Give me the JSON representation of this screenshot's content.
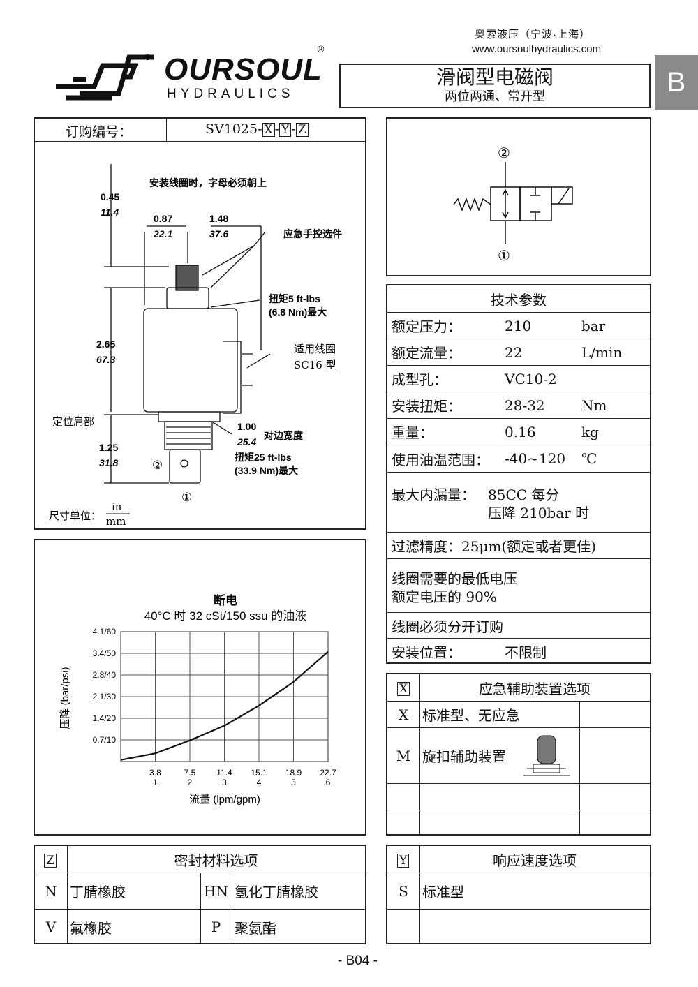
{
  "company": {
    "name_cn": "奥索液压（宁波·上海）",
    "website": "www.oursoulhydraulics.com",
    "logo_text": "OURSOUL",
    "logo_sub": "HYDRAULICS"
  },
  "title": {
    "main": "滑阀型电磁阀",
    "sub": "两位两通、常开型"
  },
  "section_tab": "B",
  "order": {
    "label": "订购编号：",
    "model": "SV1025",
    "sep": "-",
    "x": "X",
    "y": "Y",
    "z": "Z"
  },
  "drawing": {
    "note": "安装线圈时，字母必须朝上",
    "dims": [
      {
        "in": "0.45",
        "mm": "11.4"
      },
      {
        "in": "0.87",
        "mm": "22.1"
      },
      {
        "in": "1.48",
        "mm": "37.6"
      },
      {
        "in": "2.65",
        "mm": "67.3"
      },
      {
        "in": "1.25",
        "mm": "31.8"
      },
      {
        "in": "1.00",
        "mm": "25.4"
      }
    ],
    "manual_option": "应急手控选件",
    "torque1_a": "扭矩5 ft-lbs",
    "torque1_b": "(6.8 Nm)最大",
    "coil_a": "适用线圈",
    "coil_b": "SC16 型",
    "shoulder": "定位肩部",
    "flats": "对边宽度",
    "torque2_a": "扭矩25 ft-lbs",
    "torque2_b": "(33.9 Nm)最大",
    "port2": "②",
    "port1": "①",
    "unit_label": "尺寸单位：",
    "unit_in": "in",
    "unit_mm": "mm"
  },
  "symbol": {
    "port_top": "②",
    "port_bottom": "①"
  },
  "specs": {
    "title": "技术参数",
    "rows": [
      {
        "label": "额定压力：",
        "value": "210",
        "unit": "bar"
      },
      {
        "label": "额定流量：",
        "value": "22",
        "unit": "L/min"
      },
      {
        "label": "成型孔：",
        "value": "VC10-2",
        "unit": ""
      },
      {
        "label": "安装扭矩：",
        "value": "28-32",
        "unit": "Nm"
      },
      {
        "label": "重量：",
        "value": "0.16",
        "unit": "kg"
      },
      {
        "label": "使用油温范围：",
        "value": "-40~120",
        "unit": "℃"
      }
    ],
    "leakage_label": "最大内漏量：",
    "leakage_line1": "85CC 每分",
    "leakage_line2": "压降 210bar 时",
    "filter": "过滤精度：25μm(额定或者更佳)",
    "voltage_line1": "线圈需要的最低电压",
    "voltage_line2": "额定电压的 90%",
    "coil_order": "线圈必须分开订购",
    "mount_label": "安装位置：",
    "mount_value": "不限制"
  },
  "x_options": {
    "key": "X",
    "title": "应急辅助装置选项",
    "rows": [
      {
        "code": "X",
        "desc": "标准型、无应急"
      },
      {
        "code": "M",
        "desc": "旋扣辅助装置"
      }
    ]
  },
  "z_options": {
    "key": "Z",
    "title": "密封材料选项",
    "rows": [
      {
        "code1": "N",
        "desc1": "丁腈橡胶",
        "code2": "HN",
        "desc2": "氢化丁腈橡胶"
      },
      {
        "code1": "V",
        "desc1": "氟橡胶",
        "code2": "P",
        "desc2": "聚氨酯"
      }
    ]
  },
  "y_options": {
    "key": "Y",
    "title": "响应速度选项",
    "rows": [
      {
        "code": "S",
        "desc": "标准型"
      }
    ]
  },
  "page_number": "- B04 -",
  "chart_data": {
    "type": "line",
    "title": "断电",
    "subtitle": "40°C 时 32 cSt/150 ssu 的油液",
    "xlabel": "流量 (lpm/gpm)",
    "ylabel": "压降 (bar/psi)",
    "x_ticks": [
      {
        "lpm": "3.8",
        "gpm": "1"
      },
      {
        "lpm": "7.5",
        "gpm": "2"
      },
      {
        "lpm": "11.4",
        "gpm": "3"
      },
      {
        "lpm": "15.1",
        "gpm": "4"
      },
      {
        "lpm": "18.9",
        "gpm": "5"
      },
      {
        "lpm": "22.7",
        "gpm": "6"
      }
    ],
    "y_ticks": [
      "0.7/10",
      "1.4/20",
      "2.1/30",
      "2.8/40",
      "3.4/50",
      "4.1/60"
    ],
    "xlim": [
      0,
      22.7
    ],
    "ylim": [
      0,
      4.1
    ],
    "grid": true,
    "series": [
      {
        "name": "断电",
        "x": [
          0,
          3.8,
          7.5,
          11.4,
          15.1,
          18.9,
          22.7
        ],
        "y": [
          0.05,
          0.26,
          0.66,
          1.14,
          1.76,
          2.51,
          3.47
        ]
      }
    ]
  }
}
